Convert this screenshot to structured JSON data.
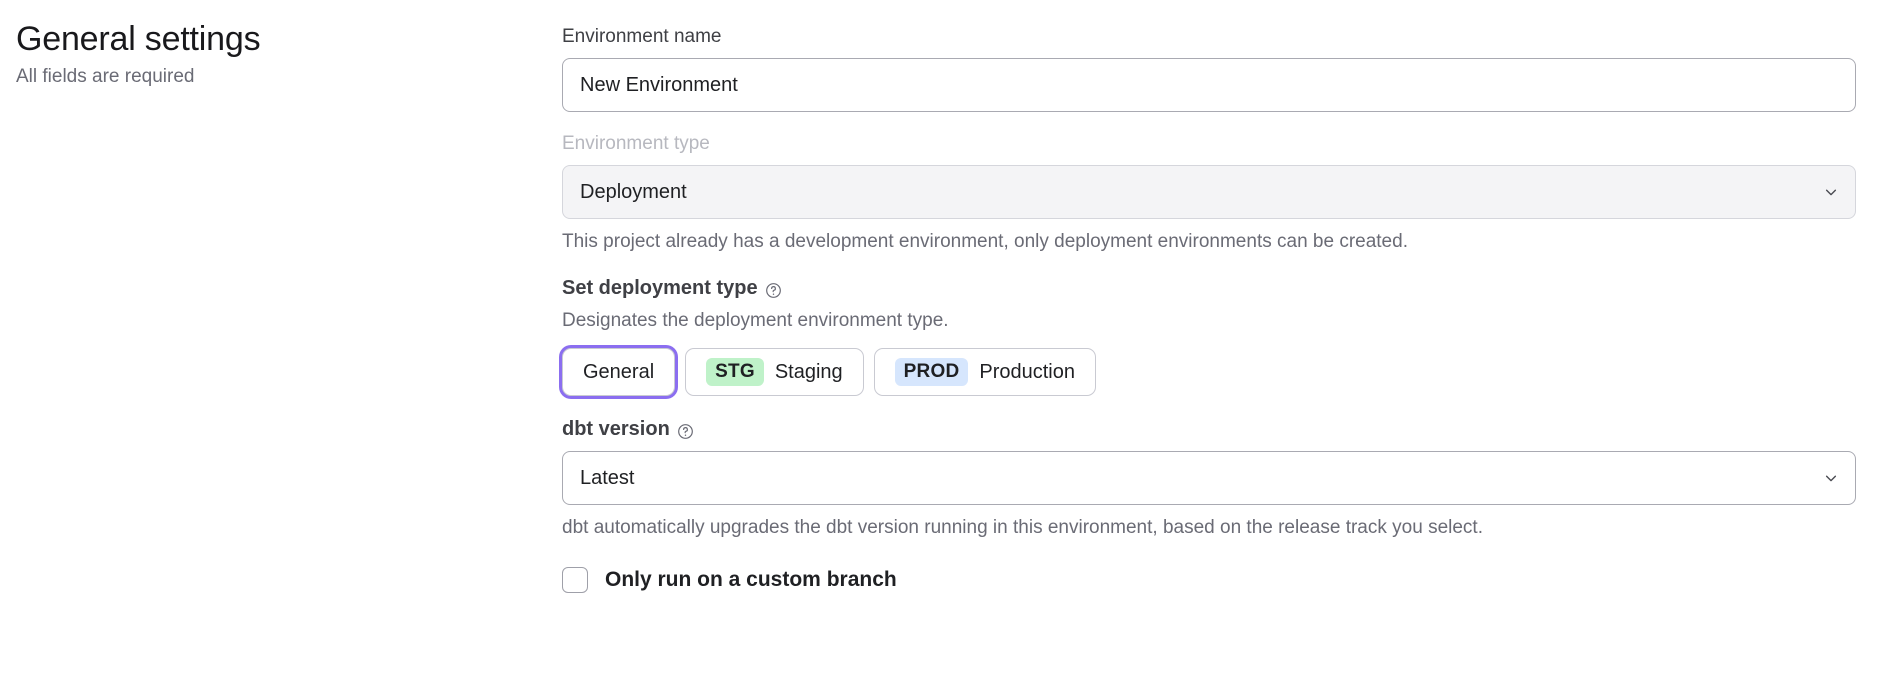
{
  "header": {
    "title": "General settings",
    "subtitle": "All fields are required"
  },
  "form": {
    "environment_name": {
      "label": "Environment name",
      "value": "New Environment",
      "placeholder": "Environment name"
    },
    "environment_type": {
      "label": "Environment type",
      "value": "Deployment",
      "disabled": true,
      "helper": "This project already has a development environment, only deployment environments can be created.",
      "chevron_icon": "chevron-down-icon"
    },
    "deployment_type": {
      "heading": "Set deployment type",
      "help_icon": "help-circle-icon",
      "description": "Designates the deployment environment type.",
      "options": [
        {
          "label": "General",
          "badge": null,
          "badge_color": null,
          "selected": true
        },
        {
          "label": "Staging",
          "badge": "STG",
          "badge_color": "#bff2c9",
          "selected": false
        },
        {
          "label": "Production",
          "badge": "PROD",
          "badge_color": "#d6e6fd",
          "selected": false
        }
      ]
    },
    "dbt_version": {
      "label": "dbt version",
      "help_icon": "help-circle-icon",
      "value": "Latest",
      "helper": "dbt automatically upgrades the dbt version running in this environment, based on the release track you select.",
      "chevron_icon": "chevron-down-icon"
    },
    "custom_branch": {
      "label": "Only run on a custom branch",
      "checked": false
    }
  },
  "colors": {
    "focus_ring": "#8b6ef0",
    "staging_badge": "#bff2c9",
    "production_badge": "#d6e6fd",
    "muted_text": "#6a6b75",
    "disabled_label": "#b7b8bf"
  }
}
